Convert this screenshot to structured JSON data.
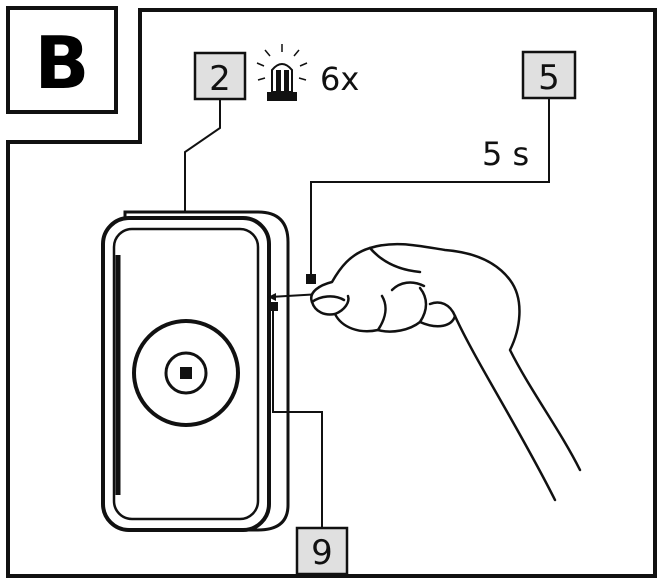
{
  "panel": {
    "letter": "B"
  },
  "callouts": {
    "indicator": {
      "number": "2",
      "note": "6x"
    },
    "button": {
      "number": "5",
      "note": "5 s"
    },
    "slot": {
      "number": "9"
    }
  },
  "icons": {
    "flash": "flashing-light-icon",
    "hand": "hand-icon",
    "device": "doorbell-push-button"
  },
  "colors": {
    "line": "#111111",
    "label_box": "#e0e0e0",
    "background": "#ffffff"
  }
}
